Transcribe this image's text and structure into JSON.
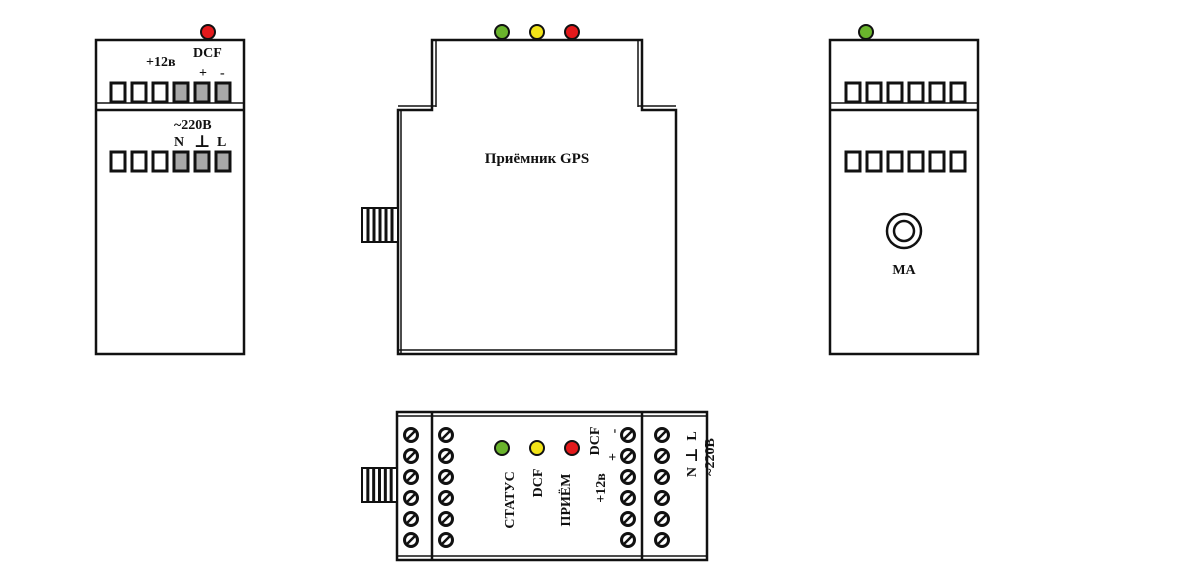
{
  "colors": {
    "outline": "#111111",
    "terminal_gray": "#a8a8a8",
    "led_green": "#6ab42c",
    "led_yellow": "#f2e418",
    "led_red": "#e3191b"
  },
  "left_module": {
    "led_color": "red",
    "top_row": {
      "plus12_label": "+12в",
      "dcf_label": "DCF",
      "plus_label": "+",
      "minus_label": "-",
      "terminal_count": 6,
      "gray_from": 4
    },
    "bottom_row": {
      "voltage_label": "~220В",
      "n_label": "N",
      "ground_label": "⊥",
      "l_label": "L",
      "terminal_count": 6,
      "gray_from": 4
    }
  },
  "center_module": {
    "title": "Приёмник GPS",
    "leds": [
      "green",
      "yellow",
      "red"
    ]
  },
  "right_module": {
    "led_color": "green",
    "terminal_count": 6,
    "antenna_label": "MA"
  },
  "bottom_module": {
    "leds": [
      {
        "color": "green",
        "label": "СТАТУС"
      },
      {
        "color": "yellow",
        "label": "DCF"
      },
      {
        "color": "red",
        "label": "ПРИЁМ"
      }
    ],
    "dcf_label": "DCF",
    "minus_label": "-",
    "plus_label": "+",
    "plus12_label": "+12в",
    "n_label": "N",
    "ground_label": "⊥",
    "l_label": "L",
    "voltage_label": "~220В",
    "screws_per_column": 6
  }
}
